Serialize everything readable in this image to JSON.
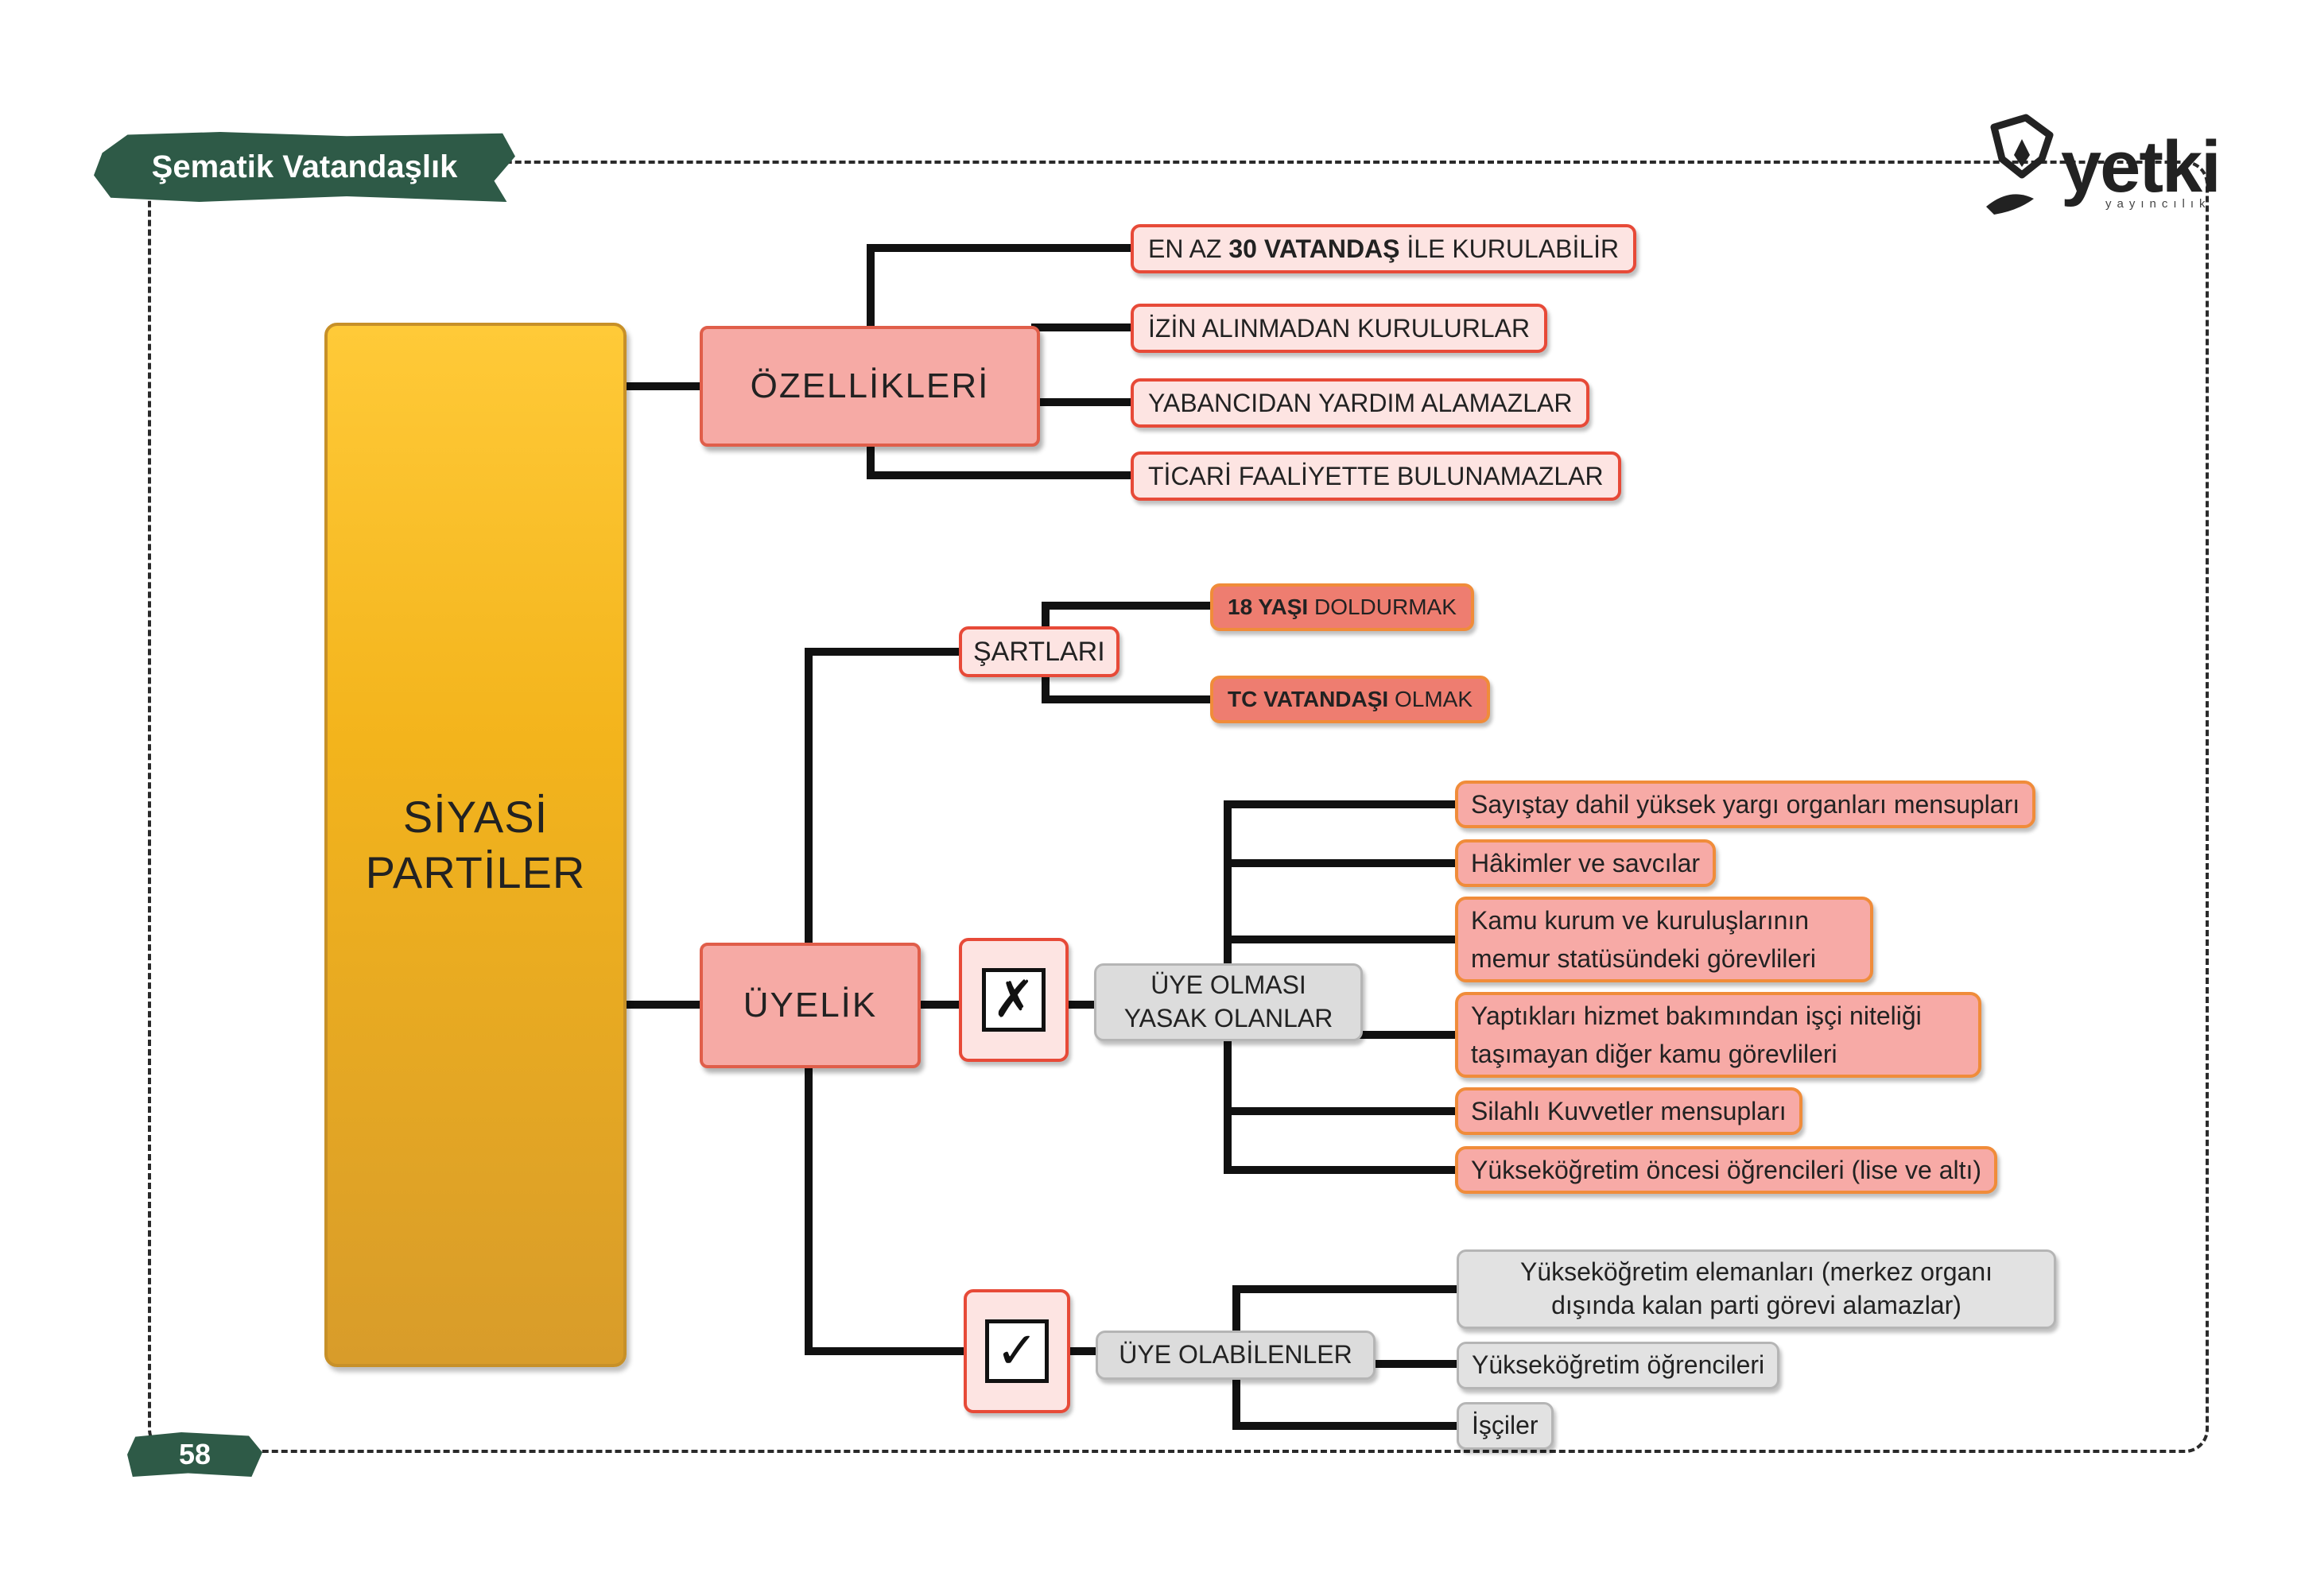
{
  "header": {
    "title": "Şematik Vatandaşlık",
    "brand": "yetki",
    "brand_sub": "yayıncılık"
  },
  "page_number": "58",
  "root": {
    "label": "SİYASİ PARTİLER"
  },
  "ozellikler": {
    "label": "ÖZELLİKLERİ",
    "items": [
      {
        "pre": "EN AZ ",
        "bold": "30 VATANDAŞ",
        "post": " İLE KURULABİLİR"
      },
      {
        "text": "İZİN ALINMADAN KURULURLAR"
      },
      {
        "text": "YABANCIDAN YARDIM ALAMAZLAR"
      },
      {
        "text": "TİCARİ FAALİYETTE BULUNAMAZLAR"
      }
    ]
  },
  "uyelik": {
    "label": "ÜYELİK",
    "sartlar": {
      "label": "ŞARTLARI",
      "items": [
        {
          "bold": "18 YAŞI",
          "rest": " DOLDURMAK"
        },
        {
          "bold": "TC VATANDAŞI",
          "rest": " OLMAK"
        }
      ]
    },
    "yasak": {
      "icon": "✗",
      "icon_name": "cross-mark-icon",
      "label": "ÜYE OLMASI YASAK OLANLAR",
      "items": [
        "Sayıştay dahil yüksek yargı organları mensupları",
        "Hâkimler ve savcılar",
        "Kamu kurum ve kuruluşlarının memur statüsündeki görevlileri",
        "Yaptıkları hizmet bakımından işçi niteliği taşımayan diğer kamu görevlileri",
        "Silahlı Kuvvetler mensupları",
        "Yükseköğretim öncesi öğrencileri (lise ve altı)"
      ]
    },
    "olabilen": {
      "icon": "✓",
      "icon_name": "check-mark-icon",
      "label": "ÜYE OLABİLENLER",
      "items": [
        "Yükseköğretim elemanları (merkez organı dışında kalan parti görevi alamazlar)",
        "Yükseköğretim öğrencileri",
        "İşçiler"
      ]
    }
  },
  "colors": {
    "root_fill": "#f5b820",
    "category_fill": "#f6aaa5",
    "category_border": "#e05e4a",
    "condition_fill": "#ee7d70",
    "banned_fill": "#f7aaa6",
    "allowed_fill": "#e2e2e2",
    "connector": "#111111",
    "tag_green": "#2e5a47"
  }
}
